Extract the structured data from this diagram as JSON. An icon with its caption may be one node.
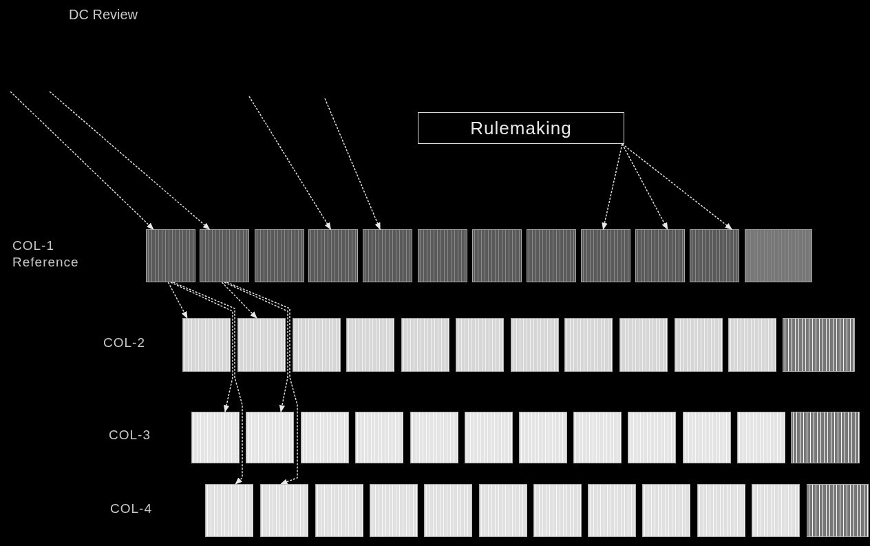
{
  "diagram": {
    "title": "DC Review",
    "nodes": [
      {
        "text": [
          "Rulemaking"
        ]
      },
      {
        "text": [],
        "shape": "box"
      },
      {
        "text": [],
        "shape": "box"
      },
      {
        "text": [],
        "shape": "box"
      },
      {
        "text": [],
        "shape": "box"
      },
      {
        "text": [],
        "shape": "box"
      },
      {
        "text": [],
        "shape": "box"
      },
      {
        "text": [],
        "shape": "box"
      },
      {
        "text": [],
        "shape": "box"
      },
      {
        "text": [],
        "shape": "box"
      },
      {
        "text": [],
        "shape": "box"
      },
      {
        "text": [],
        "shape": "box"
      },
      {
        "text": [],
        "shape": "box"
      },
      {
        "text": [],
        "shape": "box"
      },
      {
        "text": [],
        "shape": "box"
      },
      {
        "text": [],
        "shape": "box"
      },
      {
        "text": [],
        "shape": "box"
      },
      {
        "text": [],
        "shape": "box"
      },
      {
        "text": [],
        "shape": "box"
      },
      {
        "text": [],
        "shape": "box"
      },
      {
        "text": [],
        "shape": "box"
      },
      {
        "text": [],
        "shape": "box"
      },
      {
        "text": [],
        "shape": "box"
      },
      {
        "text": [],
        "shape": "box"
      },
      {
        "text": [],
        "shape": "box"
      },
      {
        "text": [],
        "shape": "box"
      },
      {
        "text": [],
        "shape": "box"
      },
      {
        "text": [],
        "shape": "box"
      },
      {
        "text": [],
        "shape": "box"
      },
      {
        "text": [],
        "shape": "box"
      },
      {
        "text": [],
        "shape": "box"
      },
      {
        "text": [],
        "shape": "box"
      },
      {
        "text": [],
        "shape": "box"
      },
      {
        "text": [],
        "shape": "box"
      },
      {
        "text": [],
        "shape": "box"
      },
      {
        "text": [],
        "shape": "box"
      },
      {
        "text": [],
        "shape": "box"
      },
      {
        "text": [],
        "shape": "box"
      },
      {
        "text": [],
        "shape": "box"
      },
      {
        "text": [],
        "shape": "box"
      },
      {
        "text": [],
        "shape": "box"
      },
      {
        "text": [],
        "shape": "box"
      },
      {
        "text": [],
        "shape": "box"
      },
      {
        "text": [],
        "shape": "box"
      },
      {
        "text": [],
        "shape": "box"
      },
      {
        "text": [],
        "shape": "box"
      },
      {
        "text": [],
        "shape": "box"
      },
      {
        "text": [],
        "shape": "box"
      },
      {
        "text": [],
        "shape": "box"
      }
    ],
    "edges": [
      {
        "from": null,
        "to": 1,
        "arrow": "to"
      },
      {
        "from": null,
        "to": 2,
        "arrow": "to"
      },
      {
        "from": null,
        "to": 4,
        "arrow": "to"
      },
      {
        "from": null,
        "to": 5,
        "arrow": "to"
      },
      {
        "from": 0,
        "to": 9,
        "arrow": "to"
      },
      {
        "from": 0,
        "to": 10,
        "arrow": "to"
      },
      {
        "from": 0,
        "to": 11,
        "arrow": "to"
      },
      {
        "from": 1,
        "to": 13,
        "arrow": "to"
      },
      {
        "from": 1,
        "to": 25,
        "arrow": "to"
      },
      {
        "from": 1,
        "to": 37,
        "arrow": "to"
      },
      {
        "from": 2,
        "to": 14,
        "arrow": "to"
      },
      {
        "from": 2,
        "to": 26,
        "arrow": "to"
      },
      {
        "from": 2,
        "to": 38,
        "arrow": "to"
      }
    ],
    "labels": [
      "COL-1 Reference",
      "COL-2",
      "COL-3",
      "COL-4"
    ]
  }
}
